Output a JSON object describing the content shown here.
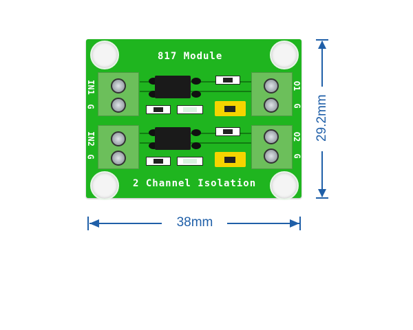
{
  "board": {
    "title": "817 Module",
    "subtitle": "2 Channel Isolation",
    "input_labels": [
      {
        "signal": "IN1",
        "ground": "G"
      },
      {
        "signal": "IN2",
        "ground": "G"
      }
    ],
    "output_labels": [
      {
        "signal": "O1",
        "ground": "G"
      },
      {
        "signal": "O2",
        "ground": "G"
      }
    ]
  },
  "dimensions": {
    "width": "38mm",
    "height": "29.2mm"
  },
  "colors": {
    "pcb": "#1fb51f",
    "dimension": "#1f5fa8",
    "jumper": "#f5d400",
    "terminal": "#6cbf5b"
  }
}
